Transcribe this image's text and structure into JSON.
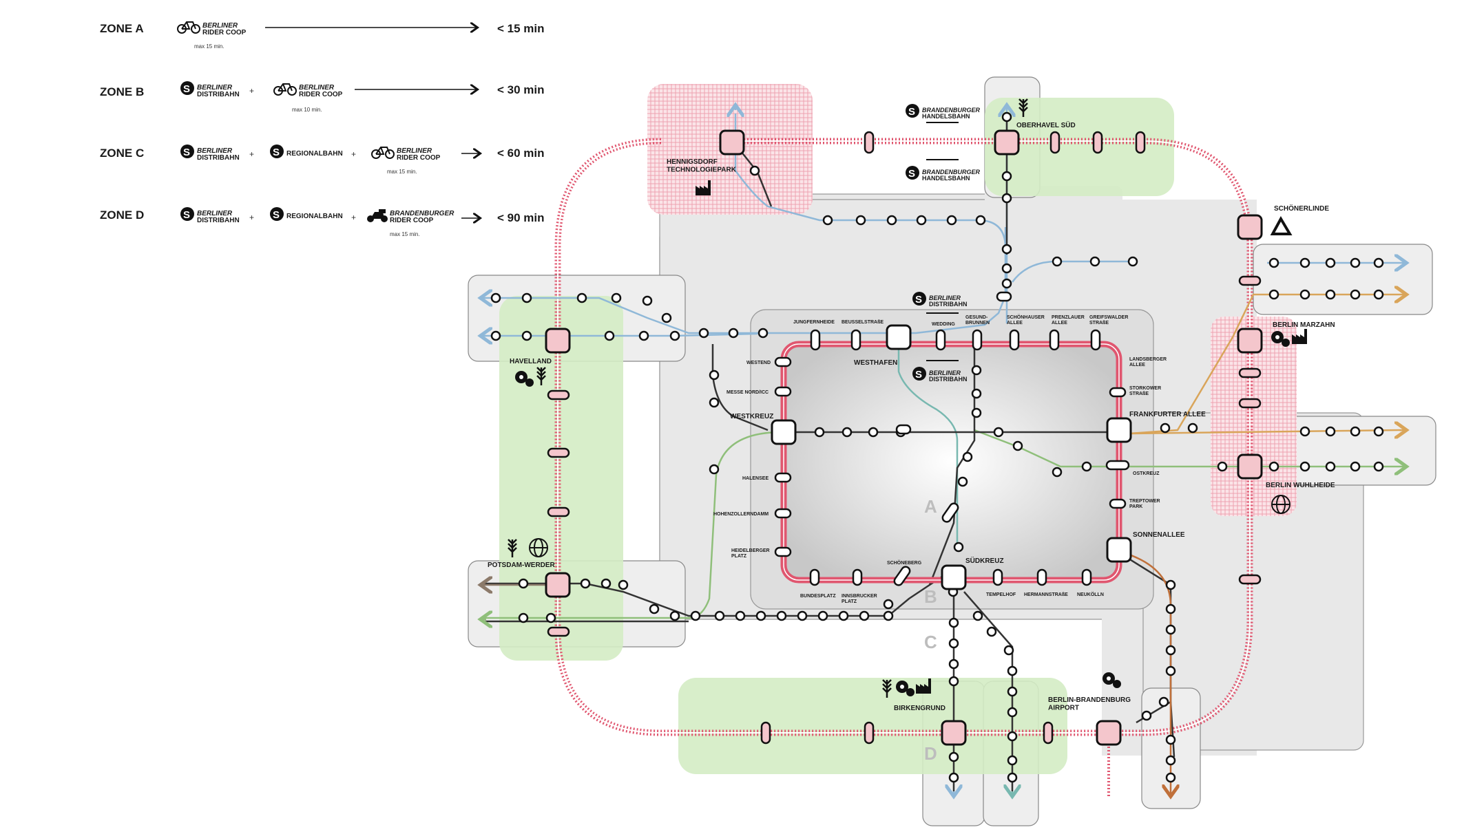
{
  "legend": {
    "zones": [
      {
        "zone": "ZONE A",
        "mode1_top": "BERLINER",
        "mode1_bot": "RIDER COOP",
        "mode1_note": "max 15 min.",
        "mode2_top": "",
        "mode2_bot": "",
        "mode3_top": "",
        "mode3_bot": "",
        "mode3_note": "",
        "result": "< 15 min"
      },
      {
        "zone": "ZONE B",
        "mode1_top": "BERLINER",
        "mode1_bot": "DISTRIBAHN",
        "mode1_note": "",
        "mode2_top": "BERLINER",
        "mode2_bot": "RIDER COOP",
        "mode3_top": "",
        "mode3_bot": "",
        "mode3_note": "max 10 min.",
        "result": "< 30 min"
      },
      {
        "zone": "ZONE C",
        "mode1_top": "BERLINER",
        "mode1_bot": "DISTRIBAHN",
        "mode1_note": "",
        "mode2_top": "",
        "mode2_bot": "REGIONALBAHN",
        "mode3_top": "BERLINER",
        "mode3_bot": "RIDER COOP",
        "mode3_note": "max 15 min.",
        "result": "< 60 min"
      },
      {
        "zone": "ZONE D",
        "mode1_top": "BERLINER",
        "mode1_bot": "DISTRIBAHN",
        "mode1_note": "",
        "mode2_top": "",
        "mode2_bot": "REGIONALBAHN",
        "mode3_top": "BRANDENBURGER",
        "mode3_bot": "RIDER COOP",
        "mode3_note": "max 15 min.",
        "result": "< 90 min"
      }
    ],
    "plus": "+"
  },
  "zone_letters": {
    "a": "A",
    "b": "B",
    "c": "C",
    "d": "D"
  },
  "hubs": {
    "hennigsdorf": "HENNIGSDORF\nTECHNOLOGIEPARK",
    "oberhavel": "OBERHAVEL SÜD",
    "schoenerlinde": "SCHÖNERLINDE",
    "havelland": "HAVELLAND",
    "westhafen": "WESTHAFEN",
    "westkreuz": "WESTKREUZ",
    "frankfurter_allee": "FRANKFURTER ALLEE",
    "marzahn": "BERLIN MARZAHN",
    "wuhlheide": "BERLIN WUHLHEIDE",
    "sonnenallee": "SONNENALLEE",
    "potsdam": "POTSDAM-WERDER",
    "suedkreuz": "SÜDKREUZ",
    "birkengrund": "BIRKENGRUND",
    "airport": "BERLIN-BRANDENBURG\nAIRPORT"
  },
  "stations": {
    "jungfernheide": "JUNGFERNHEIDE",
    "beusselstrasse": "BEUSSELSTRAßE",
    "wedding": "WEDDING",
    "gesundbrunnen": "GESUND-\nBRUNNEN",
    "schoenhauser": "SCHÖNHAUSER\nALLEE",
    "prenzlauer": "PRENZLAUER\nALLEE",
    "greifswalder": "GREIFSWALDER\nSTRAßE",
    "landsberger": "LANDSBERGER\nALLEE",
    "storkower": "STORKOWER\nSTRAßE",
    "ostkreuz": "OSTKREUZ",
    "treptower": "TREPTOWER\nPARK",
    "westend": "WESTEND",
    "messe": "MESSE NORD/ICC",
    "halensee": "HALENSEE",
    "hohenzollerndamm": "HOHENZOLLERNDAMM",
    "heidelberger": "HEIDELBERGER\nPLATZ",
    "bundesplatz": "BUNDESPLATZ",
    "innsbrucker": "INNSBRUCKER\nPLATZ",
    "schoeneberg": "SCHÖNEBERG",
    "tempelhof": "TEMPELHOF",
    "hermannstrasse": "HERMANNSTRAßE",
    "neukoelln": "NEUKÖLLN"
  },
  "operators": {
    "brandenburger_top": "BRANDENBURGER",
    "handelsbahn": "HANDELSBAHN",
    "berliner_top": "BERLINER",
    "distribahn": "DISTRIBAHN"
  },
  "colors": {
    "ring_red": "#e0566f",
    "regional_pink": "#e0566f",
    "blue_line": "#8fb8d8",
    "green_line": "#8fbf7a",
    "orange_line": "#d9a55a",
    "brown_line": "#c0703a",
    "teal_line": "#78b8b0",
    "black_line": "#333333",
    "hub_fill": "#f4c6cc",
    "zone_green": "#d4ecc4",
    "zone_gray": "#e6e6e6",
    "hatch_pink": "#f3b6c0"
  }
}
